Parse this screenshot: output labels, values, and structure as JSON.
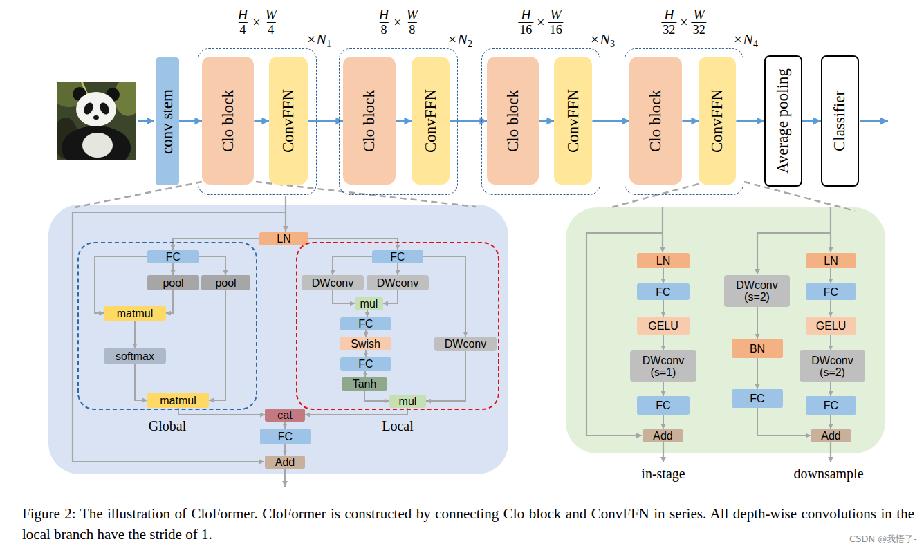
{
  "diagram": {
    "caption": "Figure 2: The illustration of CloFormer. CloFormer is constructed by connecting Clo block and ConvFFN in series. All depth-wise convolutions in the local branch have the stride of 1.",
    "nodes": [
      {
        "text": [
          "conv stem"
        ]
      },
      {
        "text": [
          "H",
          "4",
          "×",
          "W",
          "4",
          "×N",
          "1"
        ]
      },
      {
        "text": [
          "Clo block"
        ],
        "in": 1
      },
      {
        "text": [
          "ConvFFN"
        ],
        "in": 1
      },
      {
        "text": [
          "H",
          "8",
          "×",
          "W",
          "8",
          "×N",
          "2"
        ]
      },
      {
        "text": [
          "Clo block"
        ],
        "in": 4
      },
      {
        "text": [
          "ConvFFN"
        ],
        "in": 4
      },
      {
        "text": [
          "H",
          "16",
          "×",
          "W",
          "16",
          "×N",
          "3"
        ]
      },
      {
        "text": [
          "Clo block"
        ],
        "in": 7
      },
      {
        "text": [
          "ConvFFN"
        ],
        "in": 7
      },
      {
        "text": [
          "H",
          "32",
          "×",
          "W",
          "32",
          "×N",
          "4"
        ]
      },
      {
        "text": [
          "Clo block"
        ],
        "in": 10
      },
      {
        "text": [
          "ConvFFN"
        ],
        "in": 10
      },
      {
        "text": [
          "Average pooling"
        ]
      },
      {
        "text": [
          "Classifier"
        ]
      },
      {
        "text": [
          "LN"
        ]
      },
      {
        "text": [
          "Global"
        ]
      },
      {
        "text": [
          "FC"
        ],
        "in": 16
      },
      {
        "text": [
          "pool"
        ],
        "in": 16
      },
      {
        "text": [
          "pool"
        ],
        "in": 16
      },
      {
        "text": [
          "matmul"
        ],
        "in": 16
      },
      {
        "text": [
          "softmax"
        ],
        "in": 16
      },
      {
        "text": [
          "matmul"
        ],
        "in": 16
      },
      {
        "text": [
          "Local"
        ]
      },
      {
        "text": [
          "FC"
        ],
        "in": 23
      },
      {
        "text": [
          "DWconv"
        ],
        "in": 23
      },
      {
        "text": [
          "DWconv"
        ],
        "in": 23
      },
      {
        "text": [
          "mul"
        ],
        "in": 23
      },
      {
        "text": [
          "FC"
        ],
        "in": 23
      },
      {
        "text": [
          "Swish"
        ],
        "in": 23
      },
      {
        "text": [
          "FC"
        ],
        "in": 23
      },
      {
        "text": [
          "Tanh"
        ],
        "in": 23
      },
      {
        "text": [
          "mul"
        ],
        "in": 23
      },
      {
        "text": [
          "DWconv"
        ],
        "in": 23
      },
      {
        "text": [
          "cat"
        ]
      },
      {
        "text": [
          "FC"
        ]
      },
      {
        "text": [
          "Add"
        ]
      },
      {
        "text": [
          "LN"
        ]
      },
      {
        "text": [
          "FC"
        ]
      },
      {
        "text": [
          "GELU"
        ]
      },
      {
        "text": [
          "DWconv (s=1)"
        ]
      },
      {
        "text": [
          "FC"
        ]
      },
      {
        "text": [
          "Add"
        ]
      },
      {
        "text": [
          "DWconv (s=2)"
        ]
      },
      {
        "text": [
          "BN"
        ]
      },
      {
        "text": [
          "FC"
        ]
      },
      {
        "text": [
          "LN"
        ]
      },
      {
        "text": [
          "FC"
        ]
      },
      {
        "text": [
          "GELU"
        ]
      },
      {
        "text": [
          "DWconv (s=2)"
        ]
      },
      {
        "text": [
          "FC"
        ]
      },
      {
        "text": [
          "Add"
        ]
      }
    ],
    "edges": [
      {
        "from": 0,
        "to": 2,
        "arrow": "to"
      },
      {
        "from": 2,
        "to": 3,
        "arrow": "to"
      },
      {
        "from": 3,
        "to": 5,
        "arrow": "to"
      },
      {
        "from": 5,
        "to": 6,
        "arrow": "to"
      },
      {
        "from": 6,
        "to": 8,
        "arrow": "to"
      },
      {
        "from": 8,
        "to": 9,
        "arrow": "to"
      },
      {
        "from": 9,
        "to": 11,
        "arrow": "to"
      },
      {
        "from": 11,
        "to": 12,
        "arrow": "to"
      },
      {
        "from": 12,
        "to": 13,
        "arrow": "to"
      },
      {
        "from": 13,
        "to": 14,
        "arrow": "to"
      },
      {
        "from": 15,
        "to": 17,
        "arrow": "to"
      },
      {
        "from": 15,
        "to": 24,
        "arrow": "to"
      },
      {
        "from": 17,
        "to": 20,
        "arrow": "to"
      },
      {
        "from": 17,
        "to": 18,
        "arrow": "to"
      },
      {
        "from": 17,
        "to": 19,
        "arrow": "to"
      },
      {
        "from": 18,
        "to": 20,
        "arrow": "to"
      },
      {
        "from": 19,
        "to": 22,
        "arrow": "to"
      },
      {
        "from": 20,
        "to": 21,
        "arrow": "to"
      },
      {
        "from": 21,
        "to": 22,
        "arrow": "to"
      },
      {
        "from": 22,
        "to": 34,
        "arrow": "to"
      },
      {
        "from": 24,
        "to": 25,
        "arrow": "to"
      },
      {
        "from": 24,
        "to": 26,
        "arrow": "to"
      },
      {
        "from": 24,
        "to": 33,
        "arrow": "to"
      },
      {
        "from": 25,
        "to": 27,
        "arrow": "to"
      },
      {
        "from": 26,
        "to": 27,
        "arrow": "to"
      },
      {
        "from": 27,
        "to": 28,
        "arrow": "to"
      },
      {
        "from": 28,
        "to": 29,
        "arrow": "to"
      },
      {
        "from": 29,
        "to": 30,
        "arrow": "to"
      },
      {
        "from": 30,
        "to": 31,
        "arrow": "to"
      },
      {
        "from": 31,
        "to": 32,
        "arrow": "to"
      },
      {
        "from": 33,
        "to": 32,
        "arrow": "to"
      },
      {
        "from": 32,
        "to": 34,
        "arrow": "to"
      },
      {
        "from": 34,
        "to": 35,
        "arrow": "to"
      },
      {
        "from": 35,
        "to": 36,
        "arrow": "to"
      },
      {
        "from": 37,
        "to": 38,
        "arrow": "to"
      },
      {
        "from": 38,
        "to": 39,
        "arrow": "to"
      },
      {
        "from": 39,
        "to": 40,
        "arrow": "to"
      },
      {
        "from": 40,
        "to": 41,
        "arrow": "to"
      },
      {
        "from": 41,
        "to": 42,
        "arrow": "to"
      },
      {
        "from": 43,
        "to": 44,
        "arrow": "to"
      },
      {
        "from": 44,
        "to": 45,
        "arrow": "to"
      },
      {
        "from": 45,
        "to": 51,
        "arrow": "to"
      },
      {
        "from": 46,
        "to": 47,
        "arrow": "to"
      },
      {
        "from": 47,
        "to": 48,
        "arrow": "to"
      },
      {
        "from": 48,
        "to": 49,
        "arrow": "to"
      },
      {
        "from": 49,
        "to": 50,
        "arrow": "to"
      },
      {
        "from": 50,
        "to": 51,
        "arrow": "to"
      }
    ],
    "labels": [
      "in-stage",
      "downsample",
      "CSDN @我悟了-"
    ]
  }
}
